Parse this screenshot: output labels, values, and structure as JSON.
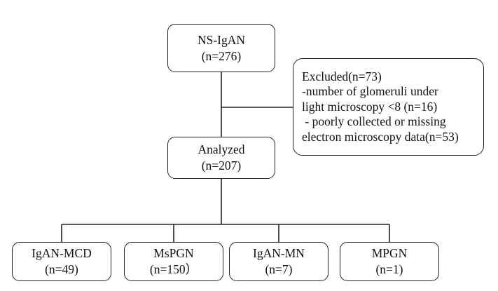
{
  "top_box": {
    "line1": "NS-IgAN",
    "line2": "(n=276)"
  },
  "excluded_box": {
    "lines": [
      "Excluded(n=73)",
      "-number of glomeruli under",
      "light microscopy <8 (n=16)",
      " - poorly collected or missing",
      "electron microscopy data(n=53)"
    ]
  },
  "analyzed_box": {
    "line1": "Analyzed",
    "line2": "(n=207)"
  },
  "categories": [
    {
      "line1": "IgAN-MCD",
      "line2": "(n=49)"
    },
    {
      "line1": "MsPGN",
      "line2": "(n=150）"
    },
    {
      "line1": "IgAN-MN",
      "line2": "(n=7)"
    },
    {
      "line1": "MPGN",
      "line2": "(n=1)"
    }
  ]
}
